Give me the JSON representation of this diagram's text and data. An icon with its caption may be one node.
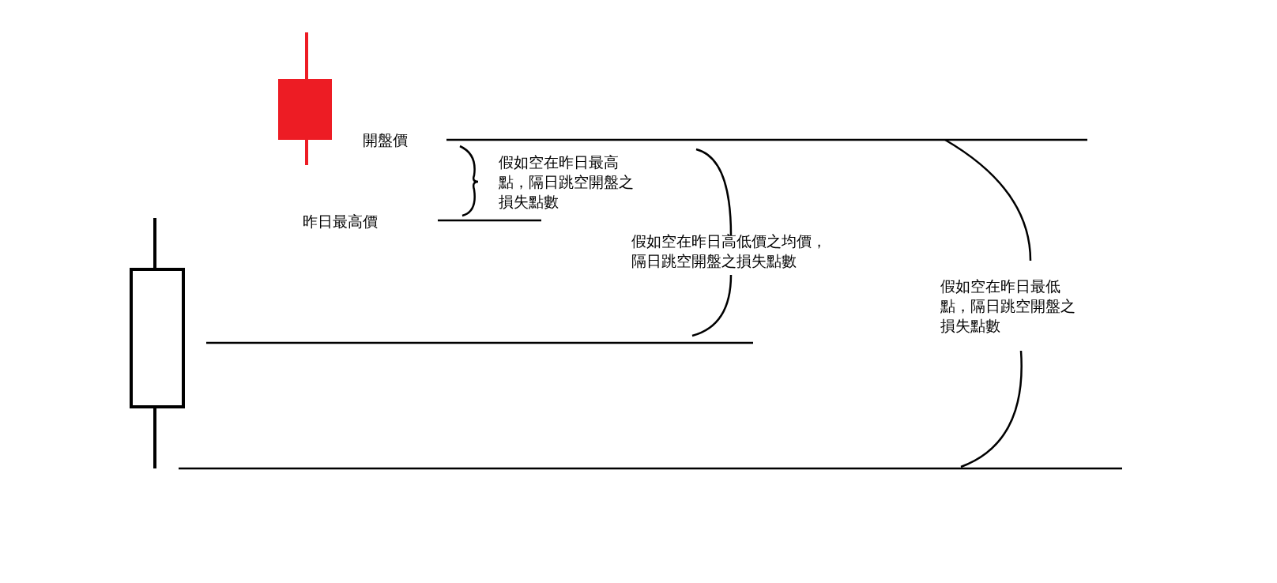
{
  "diagram": {
    "labels": [
      "開盤價",
      "昨日最高價",
      "假如空在昨日最高點，隔日跳空開盤之損失點數",
      "假如空在昨日高低價之均價，隔日跳空開盤之損失點數",
      "假如空在昨日最低點，隔日跳空開盤之損失點數"
    ]
  }
}
